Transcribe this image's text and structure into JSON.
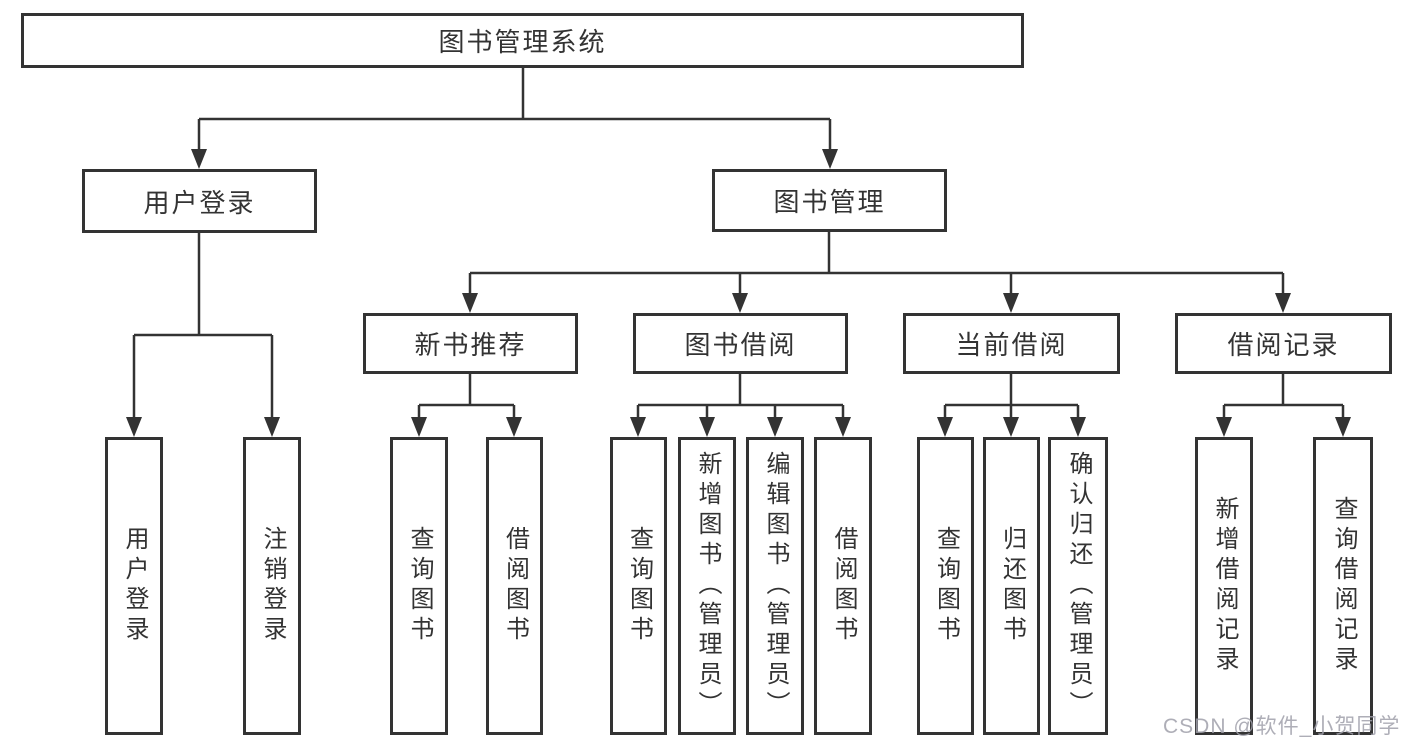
{
  "diagram": {
    "type": "tree",
    "nodes": {
      "root": "图书管理系统",
      "user_login": "用户登录",
      "book_management": "图书管理",
      "new_book_recommend": "新书推荐",
      "book_borrowing": "图书借阅",
      "current_borrowing": "当前借阅",
      "borrowing_records": "借阅记录",
      "leaf_user_login": "用户登录",
      "leaf_logout": "注销登录",
      "leaf_query_books_1": "查询图书",
      "leaf_borrow_books_1": "借阅图书",
      "leaf_query_books_2": "查询图书",
      "leaf_add_books_admin": "新增图书（管理员）",
      "leaf_edit_books_admin": "编辑图书（管理员）",
      "leaf_borrow_books_2": "借阅图书",
      "leaf_query_books_3": "查询图书",
      "leaf_return_books": "归还图书",
      "leaf_confirm_return_admin": "确认归还（管理员）",
      "leaf_add_borrow_record": "新增借阅记录",
      "leaf_query_borrow_record": "查询借阅记录"
    },
    "edges": [
      [
        "图书管理系统",
        "用户登录"
      ],
      [
        "图书管理系统",
        "图书管理"
      ],
      [
        "用户登录",
        "用户登录"
      ],
      [
        "用户登录",
        "注销登录"
      ],
      [
        "图书管理",
        "新书推荐"
      ],
      [
        "图书管理",
        "图书借阅"
      ],
      [
        "图书管理",
        "当前借阅"
      ],
      [
        "图书管理",
        "借阅记录"
      ],
      [
        "新书推荐",
        "查询图书"
      ],
      [
        "新书推荐",
        "借阅图书"
      ],
      [
        "图书借阅",
        "查询图书"
      ],
      [
        "图书借阅",
        "新增图书（管理员）"
      ],
      [
        "图书借阅",
        "编辑图书（管理员）"
      ],
      [
        "图书借阅",
        "借阅图书"
      ],
      [
        "当前借阅",
        "查询图书"
      ],
      [
        "当前借阅",
        "归还图书"
      ],
      [
        "当前借阅",
        "确认归还（管理员）"
      ],
      [
        "借阅记录",
        "新增借阅记录"
      ],
      [
        "借阅记录",
        "查询借阅记录"
      ]
    ]
  },
  "watermark": {
    "text": "CSDN @软件_小贺同学"
  },
  "colors": {
    "line": "#333333",
    "text": "#333333",
    "background": "#ffffff",
    "watermark": "#a0a0aa"
  }
}
